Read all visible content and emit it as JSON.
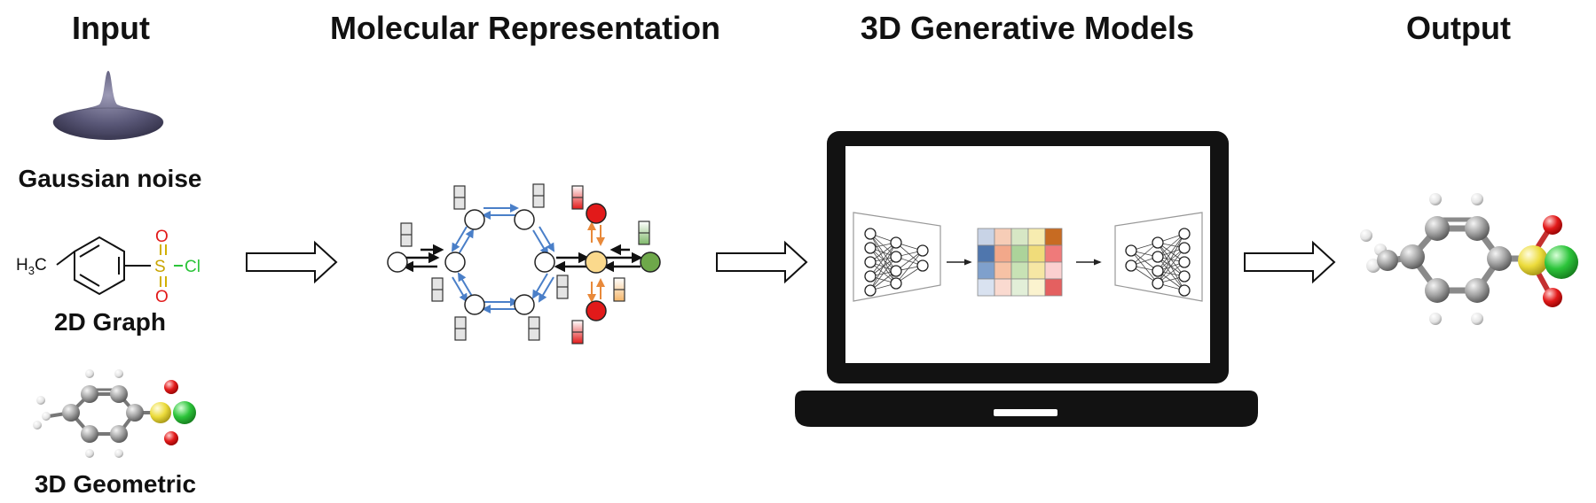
{
  "headers": {
    "input": "Input",
    "molecular_representation": "Molecular Representation",
    "generative_models": "3D Generative Models",
    "output": "Output"
  },
  "inputs": {
    "gaussian_noise": "Gaussian noise",
    "graph_2d": "2D Graph",
    "geometric_3d": "3D Geometric"
  },
  "structure_2d": {
    "methyl": "H",
    "methyl_sub": "3",
    "methyl_c": "C",
    "sulfur": "S",
    "oxygen_top": "O",
    "oxygen_bottom": "O",
    "chlorine": "Cl"
  },
  "colors": {
    "message_blue": "#4a7fc8",
    "message_orange": "#e8893a",
    "oxygen_red": "#e21a1a",
    "sulfur_yellow": "#f2e24a",
    "chlorine_green": "#2cc43a",
    "sulfur_node": "#fbd98c",
    "chlorine_node": "#6ea84a",
    "carbon_grey": "#9a9a9a",
    "gaussian": "#5a5878"
  },
  "feature_matrix": {
    "rows": 4,
    "cols": 5,
    "colors": [
      [
        "#c8d3e6",
        "#f6cdb7",
        "#d7e7c5",
        "#f7ecb0",
        "#c76b22"
      ],
      [
        "#4f76ad",
        "#f2a88a",
        "#acd39a",
        "#f0dc7a",
        "#ef7a7a"
      ],
      [
        "#7fa0cc",
        "#f7c2a5",
        "#c8e2b5",
        "#f6e7a4",
        "#fbd0d0"
      ],
      [
        "#d9e2f0",
        "#fadad0",
        "#e2efd8",
        "#fbf3cf",
        "#e46060"
      ]
    ]
  }
}
